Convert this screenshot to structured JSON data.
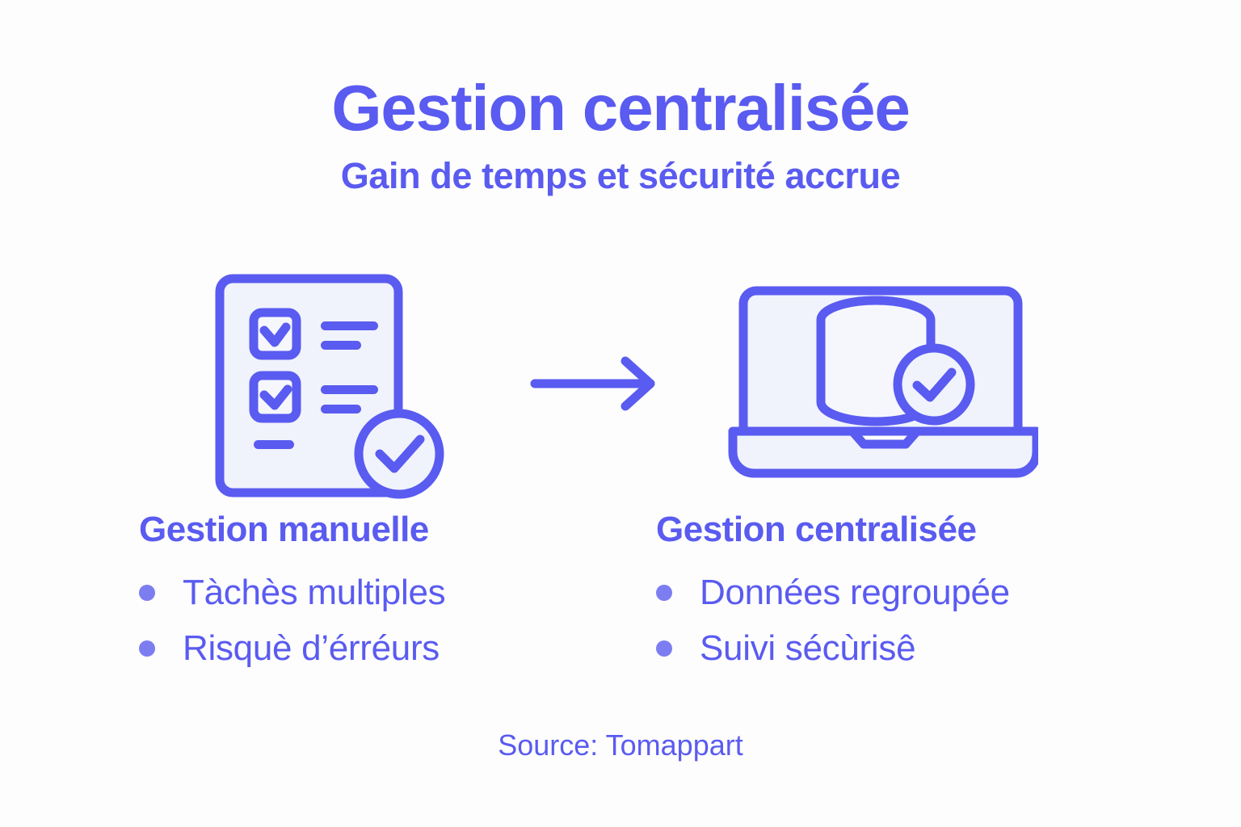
{
  "colors": {
    "accent": "#5A5BF0",
    "accent_light": "#7D7DF2",
    "icon_fill": "#F0F3FC",
    "background": "#FDFDFE"
  },
  "header": {
    "title": "Gestion centralisée",
    "subtitle": "Gain de temps et sécurité accrue"
  },
  "icons": {
    "left": "checklist-document-icon",
    "arrow": "arrow-right-icon",
    "right": "laptop-database-icon"
  },
  "columns": [
    {
      "heading": "Gestion manuelle",
      "bullets": [
        "Tàchès multiples",
        "Risquè d’érréurs"
      ]
    },
    {
      "heading": "Gestion centralisée",
      "bullets": [
        "Données regroupée",
        "Suivi sécùrisê"
      ]
    }
  ],
  "source": "Source: Tomappart"
}
